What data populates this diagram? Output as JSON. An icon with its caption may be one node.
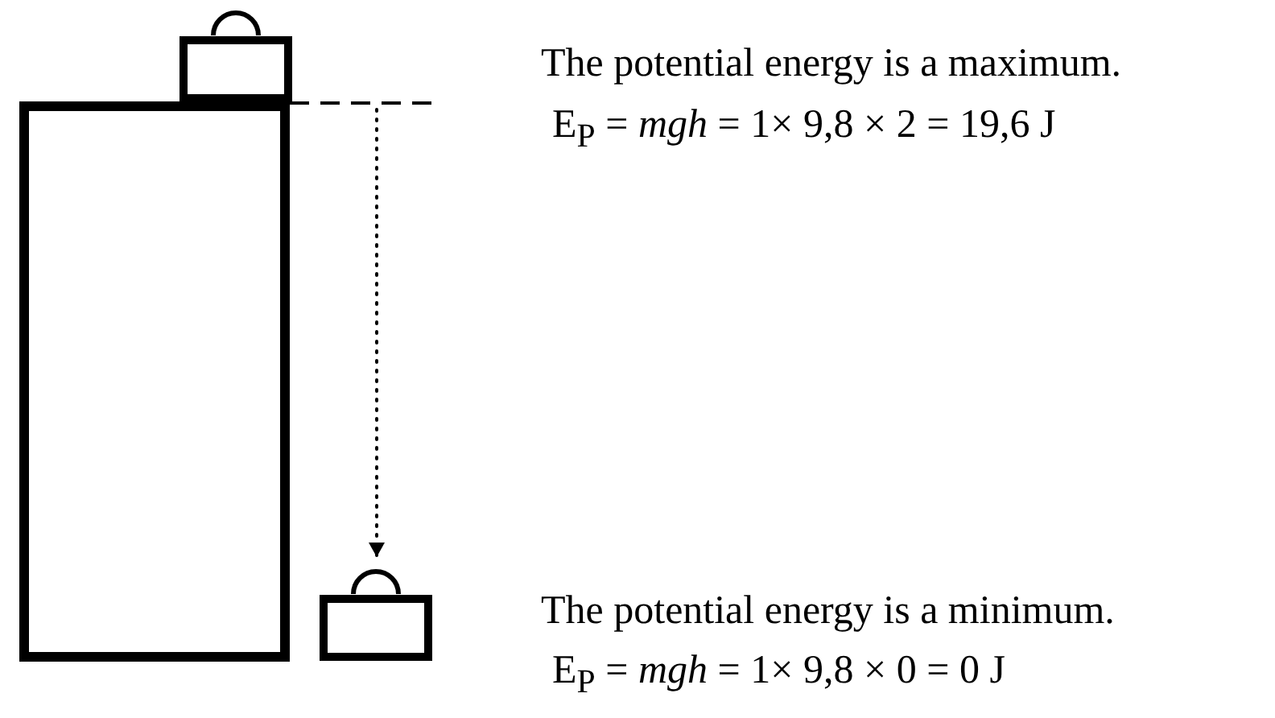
{
  "diagram": {
    "nodes": [
      {
        "text": [],
        "shape": "box"
      },
      {
        "text": [],
        "shape": "weight"
      },
      {
        "text": [],
        "shape": "weight"
      }
    ],
    "edges": [
      {
        "from": null,
        "to": 2,
        "arrow": "to",
        "style": "dashed"
      }
    ],
    "labels": [
      "The potential energy is a maximum.",
      "E$_{P}$ = *mgh* = 1× 9,8 × 2 = 19,6 J",
      "The potential energy is a minimum.",
      "E$_{P}$ = *mgh* = 1× 9,8 × 0 = 0 J"
    ]
  }
}
